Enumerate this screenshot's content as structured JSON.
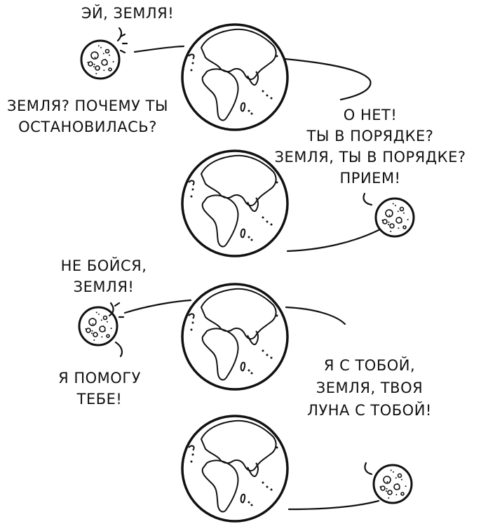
{
  "comic": {
    "panel1": {
      "moon_says": "ЭЙ, ЗЕМЛЯ!",
      "moon_asks": [
        "ЗЕМЛЯ? ПОЧЕМУ ТЫ",
        "ОСТАНОВИЛАСЬ?"
      ]
    },
    "panel2": {
      "moon_says": [
        "О НЕТ!",
        "ТЫ В ПОРЯДКЕ?",
        "ЗЕМЛЯ, ТЫ В ПОРЯДКЕ?",
        "ПРИЕМ!"
      ]
    },
    "panel3": {
      "moon_says_top": [
        "НЕ БОЙСЯ,",
        "ЗЕМЛЯ!"
      ],
      "moon_says_bottom": [
        "Я ПОМОГУ",
        "ТЕБЕ!"
      ],
      "moon_says_right": [
        "Я С ТОБОЙ,",
        "ЗЕМЛЯ, ТВОЯ",
        "ЛУНА С ТОБОЙ!"
      ]
    },
    "panel4": {}
  },
  "colors": {
    "ink": "#111111",
    "background": "#ffffff"
  }
}
